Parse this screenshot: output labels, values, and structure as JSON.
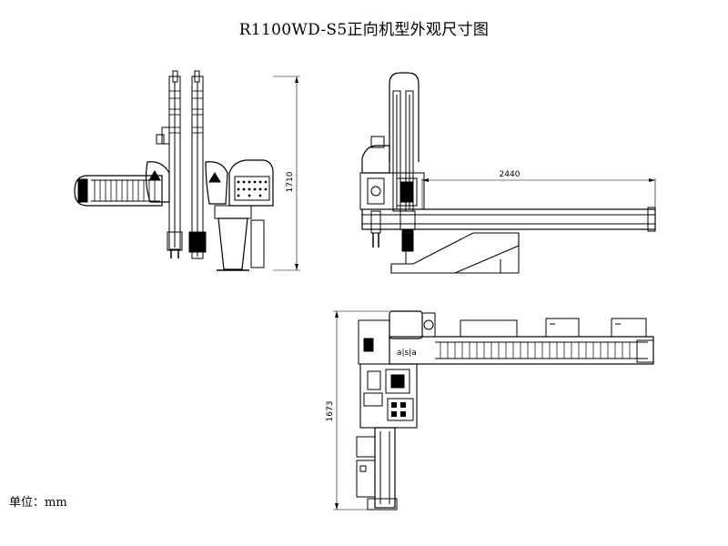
{
  "title": "R1100WD-S5正向机型外观尺寸图",
  "unit_label": "单位：mm",
  "dimensions": {
    "side_height": "1710",
    "front_length": "2440",
    "top_depth": "1673"
  }
}
